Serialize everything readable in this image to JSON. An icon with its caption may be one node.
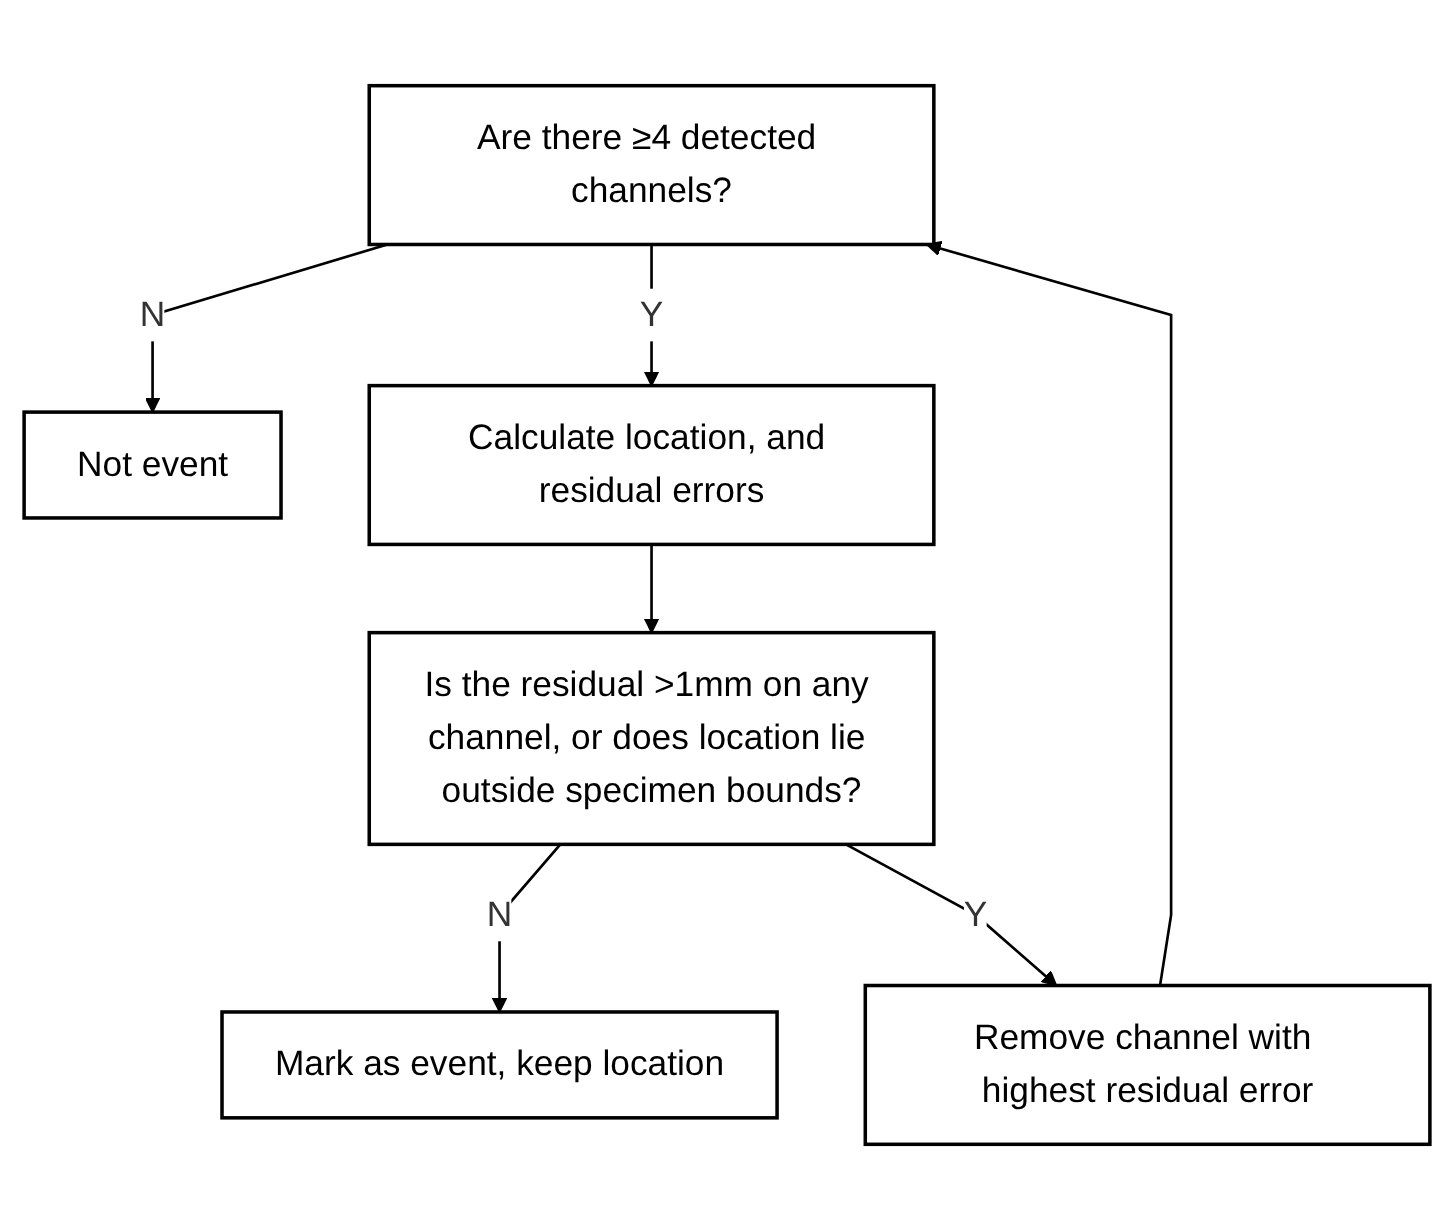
{
  "diagram": {
    "nodes": [
      {
        "text": [
          "Are there ≥4 detected channels?"
        ]
      },
      {
        "text": [
          "Not event"
        ]
      },
      {
        "text": [
          "Calculate location, and residual errors"
        ]
      },
      {
        "text": [
          "Is the residual >1mm on any channel, or does location lie outside specimen bounds?"
        ]
      },
      {
        "text": [
          "Mark as event, keep location"
        ]
      },
      {
        "text": [
          "Remove channel with highest residual error"
        ]
      }
    ],
    "edges": [
      {
        "from": 0,
        "to": 1,
        "arrow": "to",
        "label": "N"
      },
      {
        "from": 0,
        "to": 2,
        "arrow": "to",
        "label": "Y"
      },
      {
        "from": 2,
        "to": 3,
        "arrow": "to"
      },
      {
        "from": 3,
        "to": 4,
        "arrow": "to",
        "label": "N"
      },
      {
        "from": 3,
        "to": 5,
        "arrow": "to",
        "label": "Y"
      },
      {
        "from": 5,
        "to": 0,
        "arrow": "to"
      }
    ]
  }
}
